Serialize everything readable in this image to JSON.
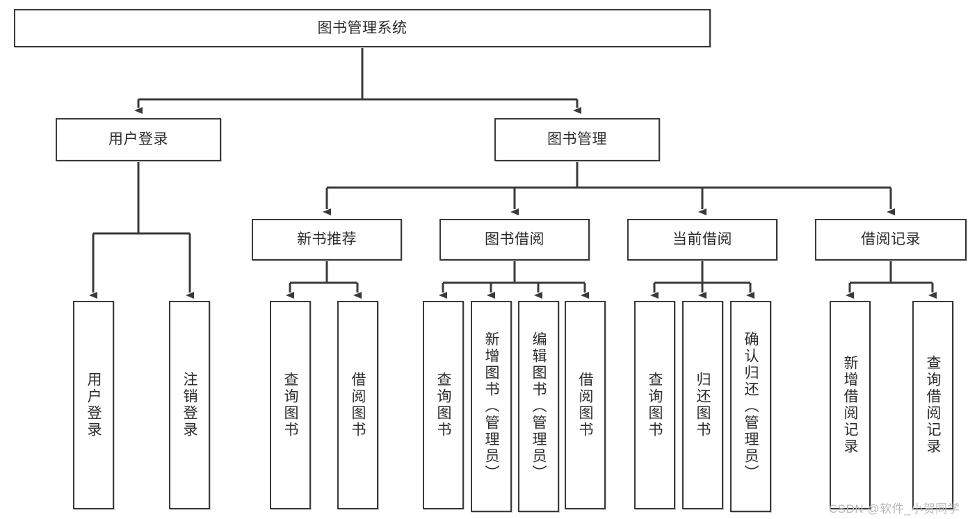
{
  "diagram": {
    "title": "图书管理系统",
    "type": "tree-hierarchy",
    "watermark": "CSDN @软件_小贺同学",
    "colors": {
      "box_border": "#3a3a3a",
      "box_fill": "#ffffff",
      "connector": "#3a3a3a",
      "text": "#2b2b2b",
      "watermark": "#b9b9b9"
    },
    "levels": {
      "root": {
        "label": "图书管理系统"
      },
      "level1": [
        {
          "label": "用户登录"
        },
        {
          "label": "图书管理"
        }
      ],
      "level2": [
        {
          "label": "新书推荐"
        },
        {
          "label": "图书借阅"
        },
        {
          "label": "当前借阅"
        },
        {
          "label": "借阅记录"
        }
      ],
      "leaves": {
        "user_login": [
          {
            "label": "用户登录"
          },
          {
            "label": "注销登录"
          }
        ],
        "new_book_recommend": [
          {
            "label": "查询图书"
          },
          {
            "label": "借阅图书"
          }
        ],
        "book_borrow": [
          {
            "label": "查询图书"
          },
          {
            "label": "新增图书（管理员）"
          },
          {
            "label": "编辑图书（管理员）"
          },
          {
            "label": "借阅图书"
          }
        ],
        "current_borrow": [
          {
            "label": "查询图书"
          },
          {
            "label": "归还图书"
          },
          {
            "label": "确认归还（管理员）"
          }
        ],
        "borrow_record": [
          {
            "label": "新增借阅记录"
          },
          {
            "label": "查询借阅记录"
          }
        ]
      }
    }
  }
}
